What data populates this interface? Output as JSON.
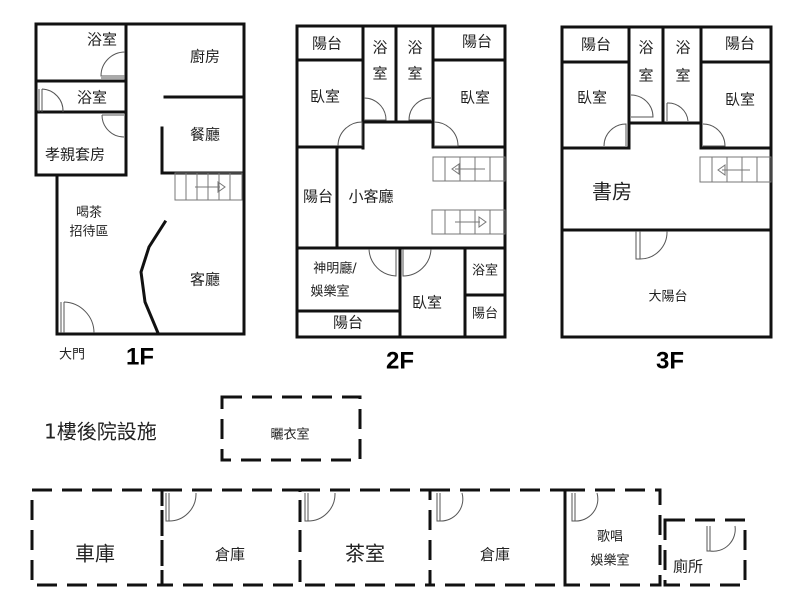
{
  "floor1": {
    "title": "1F",
    "rooms": [
      "浴室",
      "廚房",
      "浴室",
      "餐廳",
      "孝親套房",
      "喝茶",
      "招待區",
      "客廳",
      "大門"
    ]
  },
  "floor2": {
    "title": "2F",
    "rooms": [
      "陽台",
      "浴",
      "室",
      "浴",
      "室",
      "陽台",
      "臥室",
      "臥室",
      "陽台",
      "小客廳",
      "神明廳/",
      "娛樂室",
      "陽台",
      "臥室",
      "浴室",
      "陽台"
    ]
  },
  "floor3": {
    "title": "3F",
    "rooms": [
      "陽台",
      "浴",
      "室",
      "浴",
      "室",
      "陽台",
      "臥室",
      "臥室",
      "書房",
      "大陽台"
    ]
  },
  "backyard": {
    "title": "1樓後院設施",
    "rooms": [
      "曬衣室",
      "車庫",
      "倉庫",
      "茶室",
      "倉庫",
      "歌唱",
      "娛樂室",
      "廁所"
    ]
  }
}
